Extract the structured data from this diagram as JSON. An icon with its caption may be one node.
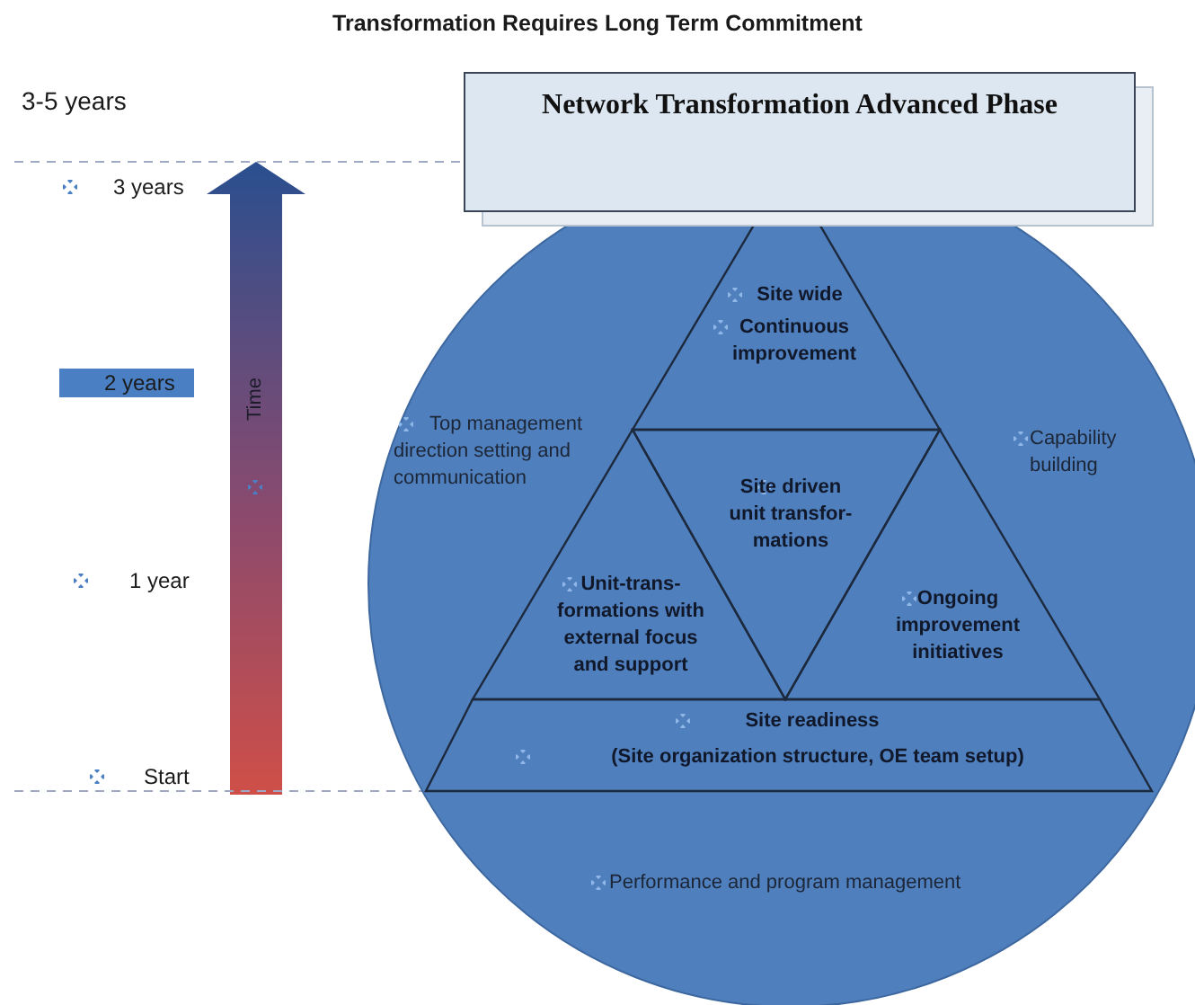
{
  "diagram": {
    "title": "Transformation Requires Long Term Commitment",
    "nodes": [
      {
        "text": [
          "Top management direction setting and communication",
          "Capability building",
          "Performance and program management"
        ]
      },
      {
        "text": [
          "Site wide",
          "Continuous improvement"
        ],
        "in": 0
      },
      {
        "text": [
          "Unit-trans- formations with external focus and support"
        ],
        "in": 0
      },
      {
        "text": [
          "Site driven unit transfor- mations"
        ],
        "in": 0
      },
      {
        "text": [
          "Ongoing improvement initiatives"
        ],
        "in": 0
      },
      {
        "text": [
          "Site readiness",
          "(Site organization structure, OE team setup)"
        ],
        "in": 0
      },
      {
        "text": [
          "Network Transformation Advanced Phase"
        ]
      },
      {
        "text": [
          "2 years"
        ]
      }
    ],
    "labels": [
      "3-5 years",
      "3 years",
      "Time",
      "1 year",
      "Start"
    ]
  }
}
